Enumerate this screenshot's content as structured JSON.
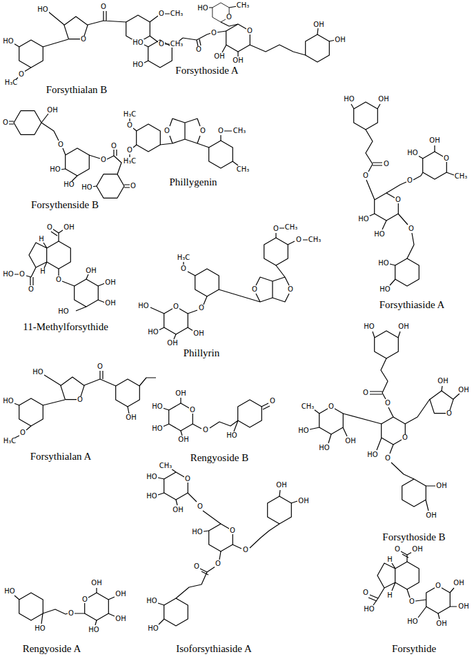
{
  "diagram": {
    "labels": [
      "HO",
      "O",
      "HO",
      "O",
      "O",
      "CH₃",
      "O",
      "CH₃",
      "O",
      "H₃C",
      "Forsythialan B",
      "HO",
      "HO",
      "O",
      "O",
      "HO",
      "O",
      "CH₃",
      "O",
      "OH",
      "OH",
      "OH",
      "OH",
      "Forsythoside A",
      "O",
      "OH",
      "O",
      "HO",
      "HO",
      "O",
      "O",
      "HO",
      "O",
      "Forsythenside B",
      "O",
      "H₃C",
      "O",
      "H₃C",
      "O",
      "O",
      "O",
      "CH₃",
      "CH₃",
      "Phillygenin",
      "HO",
      "OH",
      "O",
      "O",
      "O",
      "HO",
      "HO",
      "O",
      "O",
      "HO",
      "OH",
      "CH₃",
      "O",
      "HO",
      "HO",
      "Forsythiaside A",
      "O",
      "OH",
      "H",
      "H",
      "HO",
      "O",
      "O",
      "O",
      "OH",
      "OH",
      "OH",
      "HO",
      "11-Methylforsythide",
      "O",
      "CH₃",
      "O",
      "CH₃",
      "O",
      "O",
      "O",
      "H₃C",
      "O",
      "O",
      "HO",
      "HO",
      "OH",
      "OH",
      "Phillyrin",
      "O",
      "HO",
      "HO",
      "O",
      "H₃C",
      "O",
      "OH",
      "Forsythialan A",
      "OH",
      "HO",
      "O",
      "HO",
      "OH",
      "O",
      "HO",
      "O",
      "Rengyoside B",
      "HO",
      "OH",
      "O",
      "O",
      "O",
      "O",
      "CH₃",
      "HO",
      "HO",
      "OH",
      "HO",
      "O",
      "OH",
      "OH",
      "O",
      "OH",
      "OH",
      "Forsythoside B",
      "HO",
      "HO",
      "O",
      "O",
      "OH",
      "OH",
      "OH",
      "HO",
      "Rengyoside A",
      "O",
      "CH₃",
      "HO",
      "HO",
      "OH",
      "O",
      "O",
      "HO",
      "O",
      "OH",
      "OH",
      "O",
      "O",
      "HO",
      "HO",
      "Isoforsythiaside A",
      "O",
      "OH",
      "H",
      "H",
      "O",
      "HO",
      "O",
      "O",
      "OH",
      "OH",
      "OH",
      "HO",
      "Forsythide"
    ]
  }
}
